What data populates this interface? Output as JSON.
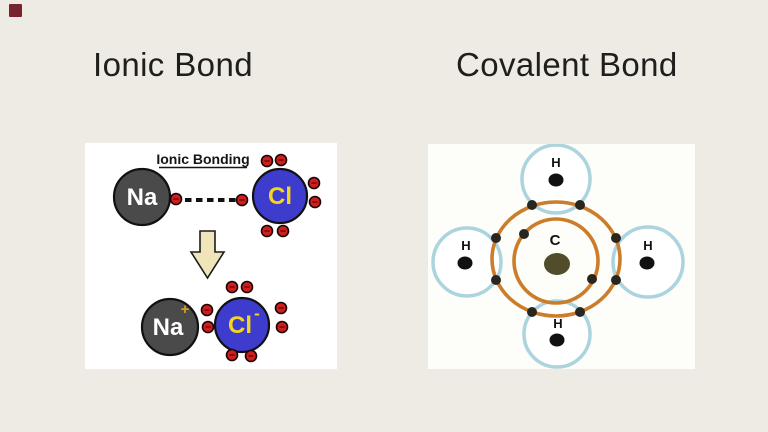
{
  "slide": {
    "background_color": "#edebe4",
    "accent_square_color": "#7a222e",
    "title_color": "#1f1e1c"
  },
  "titles": {
    "ionic": "Ionic Bond",
    "covalent": "Covalent Bond"
  },
  "ionic_figure": {
    "heading": "Ionic Bonding",
    "sodium_label": "Na",
    "chlorine_label": "Cl",
    "sodium_ion_label": "Na",
    "sodium_ion_charge": "+",
    "chloride_ion_label": "Cl",
    "chloride_ion_charge": "-",
    "colors": {
      "sodium_fill": "#4b4a4a",
      "chlorine_fill": "#3d3ccd",
      "chlorine_text": "#f5d51d",
      "electron_fill": "#ce1e1e",
      "arrow_fill": "#f0e4ba",
      "outline": "#111111"
    }
  },
  "covalent_figure": {
    "carbon_label": "C",
    "hydrogen_label": "H",
    "colors": {
      "shell_stroke": "#cb7d2b",
      "hydrogen_ring_stroke": "#abd4de",
      "electron_fill": "#28261e",
      "carbon_nucleus_fill": "#514c2a",
      "hydrogen_nucleus_fill": "#111111"
    }
  }
}
